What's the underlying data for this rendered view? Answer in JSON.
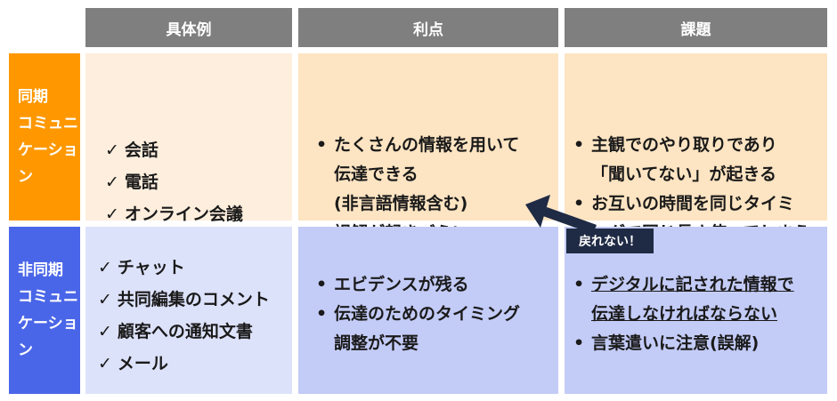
{
  "colors": {
    "header_bg": "#7f7f7f",
    "sync_label_bg": "#ff9800",
    "sync_cell_bg": "#fde4c2",
    "sync_cell_bg_light": "#fdeedd",
    "async_label_bg": "#4a66e8",
    "async_cell_bg": "#c3cbf7",
    "async_cell_bg_light": "#dde2fb",
    "callout_bg": "#1f2a44"
  },
  "headers": [
    "具体例",
    "利点",
    "課題"
  ],
  "rows": [
    {
      "label_lines": [
        "同期",
        "コミュニ",
        "ケーション"
      ],
      "examples": [
        "会話",
        "電話",
        "オンライン会議"
      ],
      "advantages": [
        [
          "たくさんの情報を用いて",
          "伝達できる",
          "(非言語情報含む)"
        ],
        [
          "誤解が起きづらい"
        ]
      ],
      "issues": [
        [
          "主観でのやり取りであり",
          "「聞いてない」が起きる"
        ],
        [
          "お互いの時間を同じタイミ",
          "ングで同じ長さ使ってしまう"
        ]
      ]
    },
    {
      "label_lines": [
        "非同期",
        "コミュニ",
        "ケーション"
      ],
      "examples": [
        "チャット",
        "共同編集のコメント",
        "顧客への通知文書",
        "メール"
      ],
      "advantages": [
        [
          "エビデンスが残る"
        ],
        [
          "伝達のためのタイミング",
          "調整が不要"
        ]
      ],
      "issues": [
        [
          "デジタルに記された情報で",
          "伝達しなければならない"
        ],
        [
          "言葉遣いに注意(誤解)"
        ]
      ]
    }
  ],
  "callout": "戻れない！",
  "arrow_icon": "arrow-up-left"
}
